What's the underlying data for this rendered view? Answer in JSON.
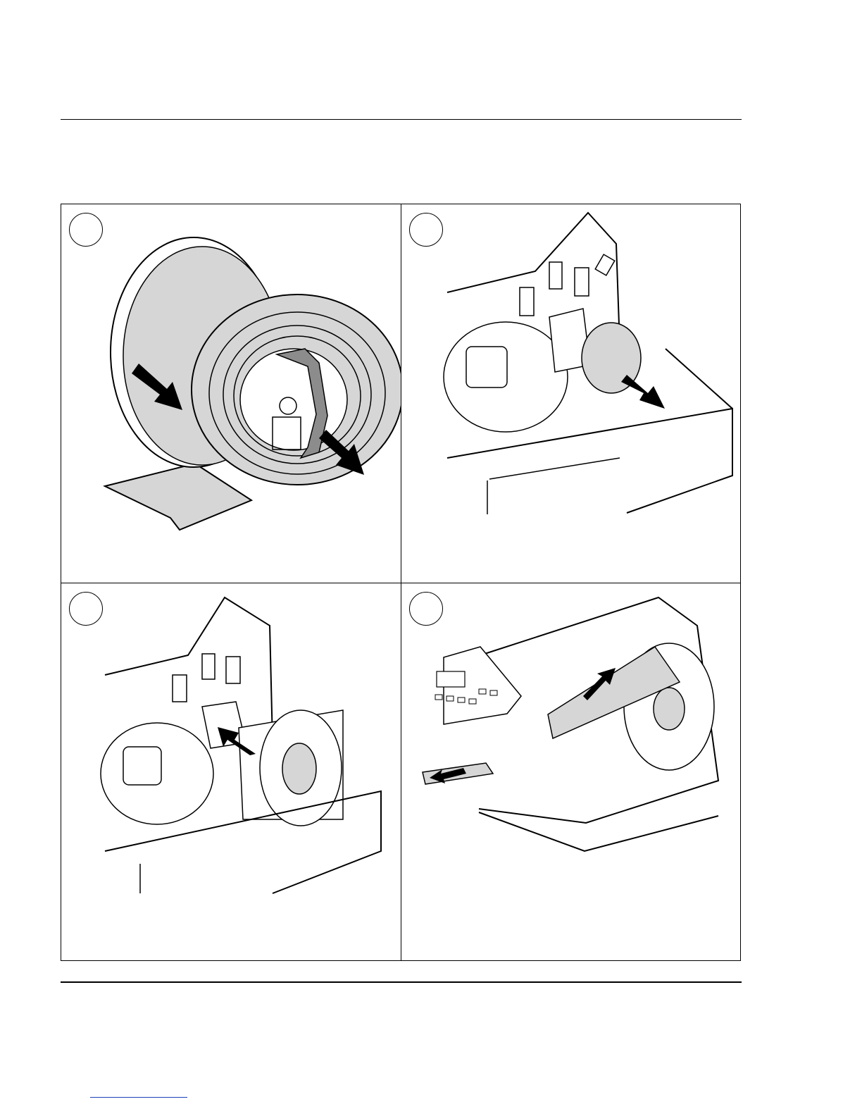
{
  "document": {
    "steps": [
      {
        "number": "",
        "illustration": "media-roll-core-removal"
      },
      {
        "number": "",
        "illustration": "media-supply-hub-removal"
      },
      {
        "number": "",
        "illustration": "media-roll-loading"
      },
      {
        "number": "",
        "illustration": "media-path-threading"
      }
    ]
  },
  "colors": {
    "line": "#000000",
    "roll_fill": "#d6d6d6",
    "tape_fill": "#8c8c8c",
    "link_underline": "#1a3fb8"
  }
}
